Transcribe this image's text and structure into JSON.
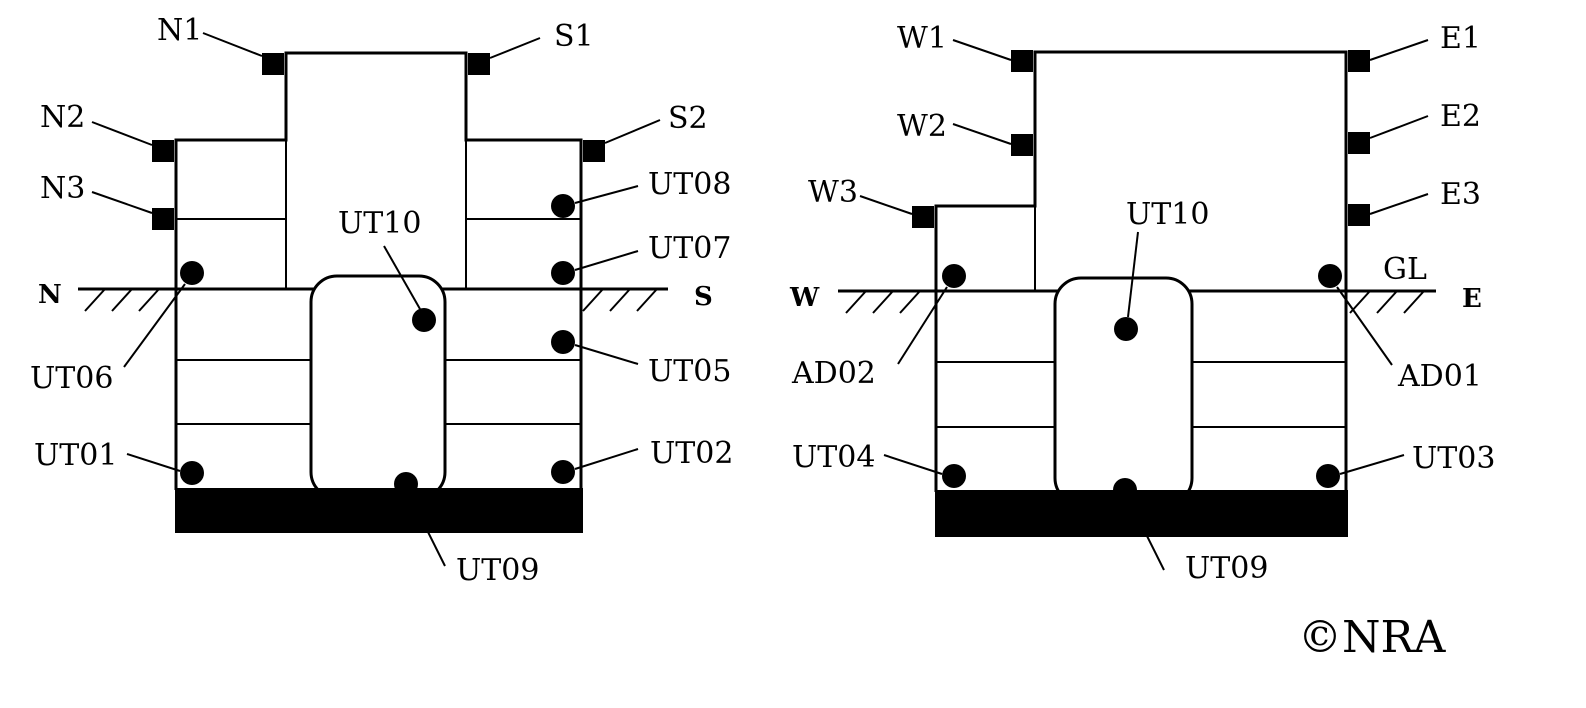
{
  "left_view": {
    "direction_left": "N",
    "direction_right": "S",
    "labels": {
      "N1": "N1",
      "N2": "N2",
      "N3": "N3",
      "S1": "S1",
      "S2": "S2",
      "UT01": "UT01",
      "UT02": "UT02",
      "UT05": "UT05",
      "UT06": "UT06",
      "UT07": "UT07",
      "UT08": "UT08",
      "UT09": "UT09",
      "UT10": "UT10"
    }
  },
  "right_view": {
    "direction_left": "W",
    "direction_right": "E",
    "ground_label": "GL",
    "labels": {
      "W1": "W1",
      "W2": "W2",
      "W3": "W3",
      "E1": "E1",
      "E2": "E2",
      "E3": "E3",
      "AD01": "AD01",
      "AD02": "AD02",
      "UT03": "UT03",
      "UT04": "UT04",
      "UT09": "UT09",
      "UT10": "UT10"
    }
  },
  "copyright": "©NRA"
}
